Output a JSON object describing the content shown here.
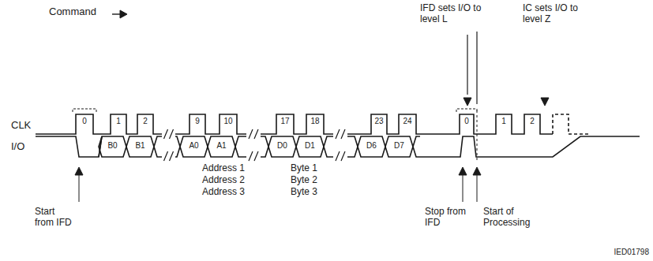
{
  "diagram": {
    "labels": [
      "Command",
      "IFD sets I/O to level L",
      "IC sets I/O to level Z",
      "CLK",
      "I/O",
      "0",
      "1",
      "2",
      "9",
      "10",
      "17",
      "18",
      "23",
      "24",
      "0",
      "1",
      "2",
      "B0",
      "B1",
      "A0",
      "A1",
      "D0",
      "D1",
      "D6",
      "D7",
      "Address 1",
      "Byte 1",
      "Address 2",
      "Byte 2",
      "Address 3",
      "Byte 3",
      "Start from IFD",
      "Stop from IFD",
      "Start of Processing",
      "IED01798"
    ]
  }
}
